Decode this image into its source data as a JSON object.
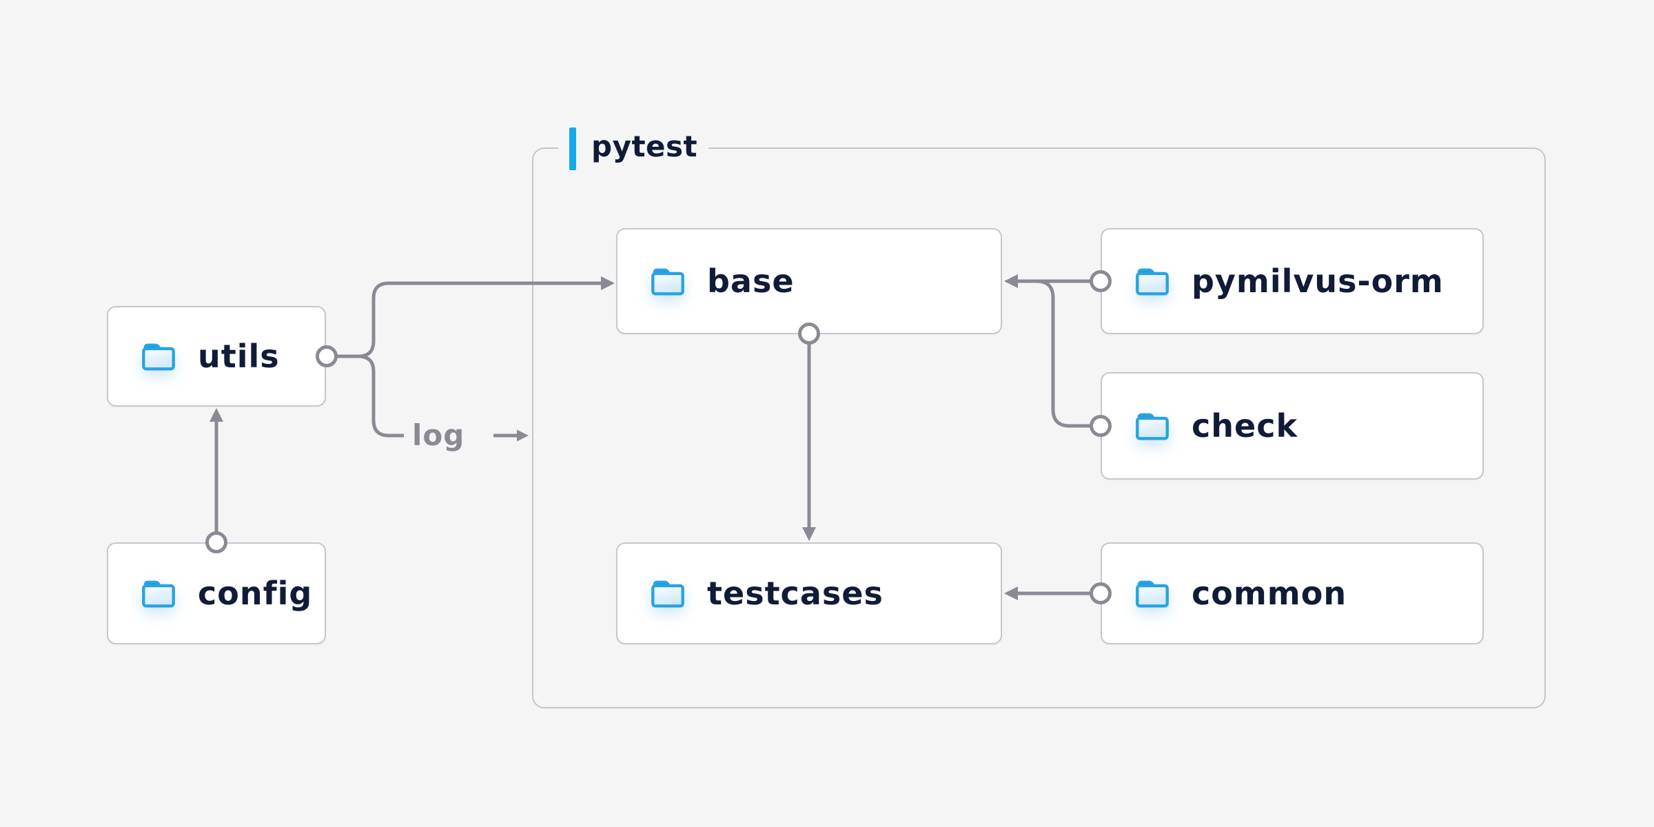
{
  "diagram": {
    "type": "folder-dependency-diagram",
    "group": {
      "label": "pytest"
    },
    "nodes": [
      {
        "id": "utils",
        "label": "utils",
        "inside_group": false
      },
      {
        "id": "config",
        "label": "config",
        "inside_group": false
      },
      {
        "id": "base",
        "label": "base",
        "inside_group": true
      },
      {
        "id": "pymilvus-orm",
        "label": "pymilvus-orm",
        "inside_group": true
      },
      {
        "id": "check",
        "label": "check",
        "inside_group": true
      },
      {
        "id": "testcases",
        "label": "testcases",
        "inside_group": true
      },
      {
        "id": "common",
        "label": "common",
        "inside_group": true
      }
    ],
    "edges": [
      {
        "from": "utils",
        "to": "base",
        "style": "arrow"
      },
      {
        "from": "utils",
        "to": "log",
        "style": "labeled-arrow",
        "label": "log"
      },
      {
        "from": "config",
        "to": "utils",
        "style": "arrow"
      },
      {
        "from": "base",
        "to": "testcases",
        "style": "arrow"
      },
      {
        "from": "pymilvus-orm",
        "to": "base",
        "style": "arrow"
      },
      {
        "from": "check",
        "to": "base",
        "style": "arrow-merged"
      },
      {
        "from": "common",
        "to": "testcases",
        "style": "arrow"
      }
    ],
    "labels": {
      "log": "log"
    },
    "icons": {
      "node_icon": "folder-icon"
    },
    "colors": {
      "background": "#f5f5f6",
      "node_fill": "#ffffff",
      "node_border": "#c5c7cf",
      "group_border": "#c3c5cd",
      "wire_gray": "#8a8a94",
      "text_navy": "#101b38",
      "accent_blue": "#14aaeb",
      "folder_stroke": "#27a3e2",
      "folder_tab": "#1e96db"
    }
  }
}
